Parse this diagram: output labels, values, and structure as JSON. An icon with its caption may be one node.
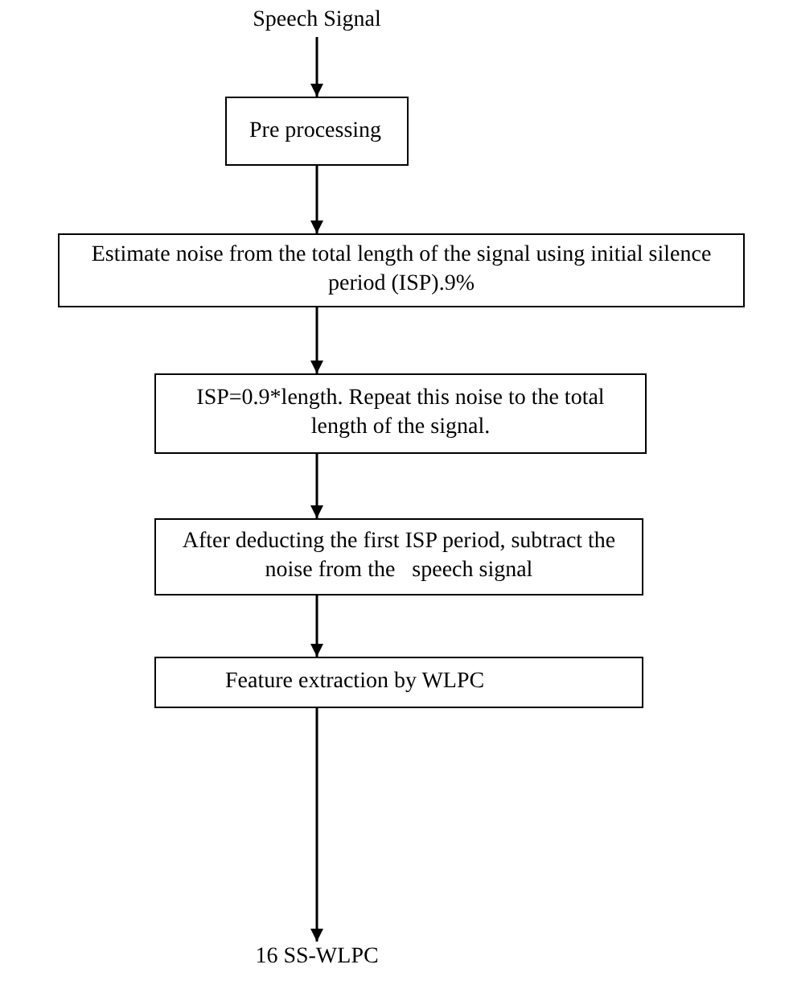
{
  "diagram": {
    "nodes": [
      {
        "text": [
          "Speech Signal"
        ]
      },
      {
        "text": [
          "Pre processing"
        ]
      },
      {
        "text": [
          "Estimate noise from the total length of the signal using initial silence period (ISP).9%"
        ]
      },
      {
        "text": [
          "ISP=0.9*length. Repeat this noise to the total length of the signal."
        ]
      },
      {
        "text": [
          "After deducting the first ISP period, subtract the noise from the   speech signal"
        ]
      },
      {
        "text": [
          "Feature extraction by WLPC"
        ]
      },
      {
        "text": [
          "16 SS-WLPC"
        ]
      }
    ],
    "edges": [
      {
        "from": 0,
        "to": 1,
        "arrow": "to"
      },
      {
        "from": 1,
        "to": 2,
        "arrow": "to"
      },
      {
        "from": 2,
        "to": 3,
        "arrow": "to"
      },
      {
        "from": 3,
        "to": 4,
        "arrow": "to"
      },
      {
        "from": 4,
        "to": 5,
        "arrow": "to"
      },
      {
        "from": 5,
        "to": 6,
        "arrow": "to"
      }
    ]
  }
}
